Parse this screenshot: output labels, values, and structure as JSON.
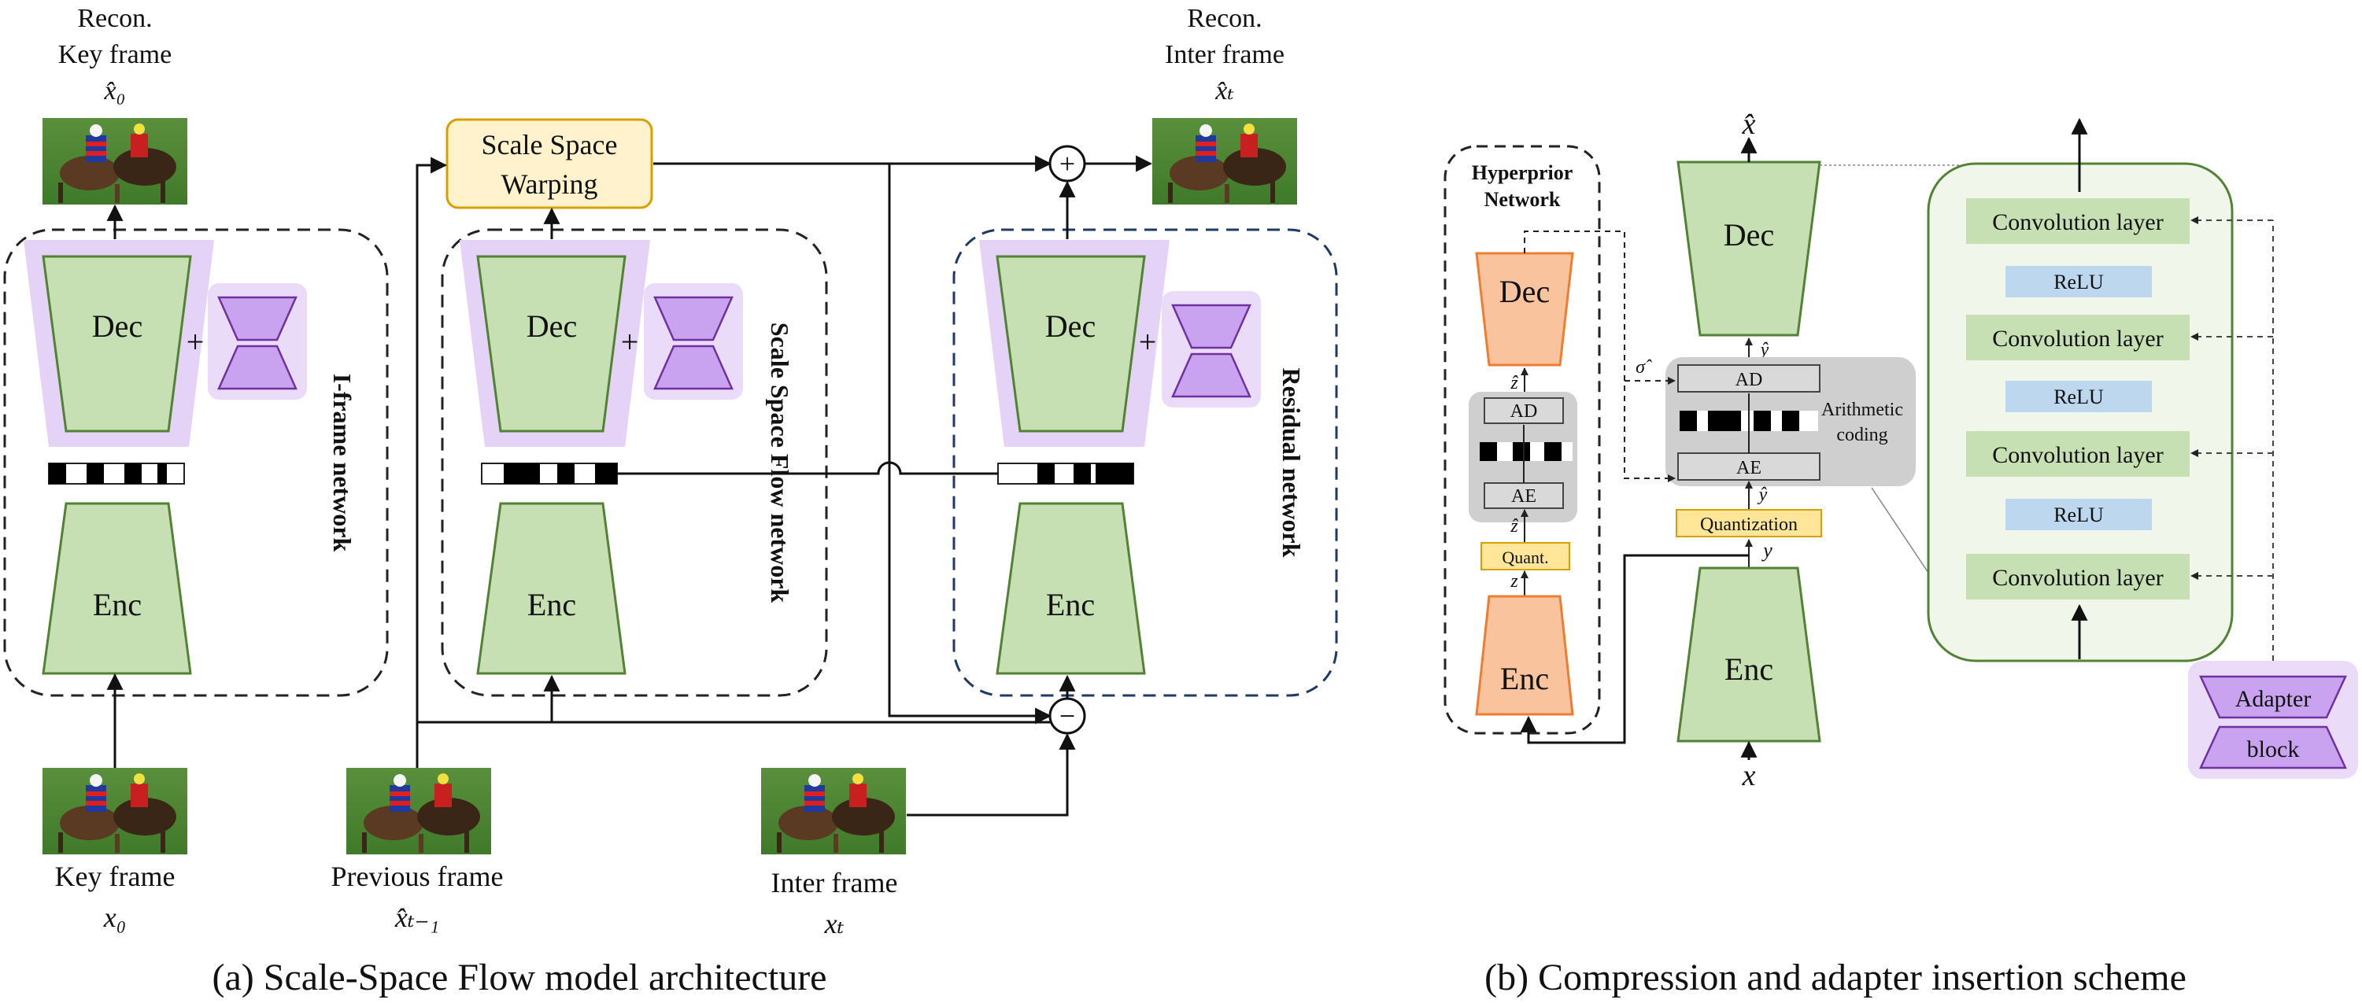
{
  "part_a": {
    "caption": "(a) Scale-Space Flow model architecture",
    "recon_key_frame": {
      "line1": "Recon.",
      "line2": "Key frame",
      "symbol": "x̂₀"
    },
    "recon_inter_frame": {
      "line1": "Recon.",
      "line2": "Inter frame",
      "symbol": "x̂ₜ"
    },
    "key_frame": {
      "label": "Key frame",
      "symbol": "x₀"
    },
    "previous_frame": {
      "label": "Previous frame",
      "symbol": "x̂ₜ₋₁"
    },
    "inter_frame": {
      "label": "Inter frame",
      "symbol": "xₜ"
    },
    "warping_box": {
      "line1": "Scale Space",
      "line2": "Warping"
    },
    "iframe_network": {
      "title": "I-frame network",
      "dec": "Dec",
      "enc": "Enc",
      "plus": "+"
    },
    "flow_network": {
      "title": "Scale Space Flow network",
      "dec": "Dec",
      "enc": "Enc",
      "plus": "+"
    },
    "residual_network": {
      "title": "Residual network",
      "dec": "Dec",
      "enc": "Enc",
      "plus": "+"
    },
    "ops": {
      "add": "+",
      "sub": "−"
    }
  },
  "part_b": {
    "caption": "(b) Compression and adapter insertion scheme",
    "hyperprior": {
      "title_line1": "Hyperprior",
      "title_line2": "Network",
      "dec": "Dec",
      "enc": "Enc",
      "ad": "AD",
      "ae": "AE",
      "quant": "Quant.",
      "z_hat": "ẑ",
      "z_hat2": "ẑ",
      "z": "z"
    },
    "main": {
      "dec": "Dec",
      "enc": "Enc",
      "ad": "AD",
      "ae": "AE",
      "quantization": "Quantization",
      "x_hat": "x̂",
      "x": "x",
      "y": "y",
      "y_hat_top": "ŷ",
      "y_hat_bottom": "ŷ",
      "sigma_hat": "σ̂",
      "arith_line1": "Arithmetic",
      "arith_line2": "coding"
    },
    "adapter_panel": {
      "conv1": "Convolution layer",
      "relu1": "ReLU",
      "conv2": "Convolution layer",
      "relu2": "ReLU",
      "conv3": "Convolution layer",
      "relu3": "ReLU",
      "conv4": "Convolution layer"
    },
    "adapter_block": {
      "line1": "Adapter",
      "line2": "block"
    }
  },
  "colors": {
    "green_fill": "#c6e0b4",
    "green_stroke": "#538135",
    "purple_fill": "#c9a3f0",
    "purple_bg": "#eadcf8",
    "purple_stroke": "#7030a0",
    "orange_fill": "#f8c39d",
    "orange_stroke": "#ed7d31",
    "yellow_fill": "#fff2cc",
    "yellow_stroke": "#d6a100",
    "relu_fill": "#bdd7ee",
    "gray_fill": "#cfcfcf"
  }
}
